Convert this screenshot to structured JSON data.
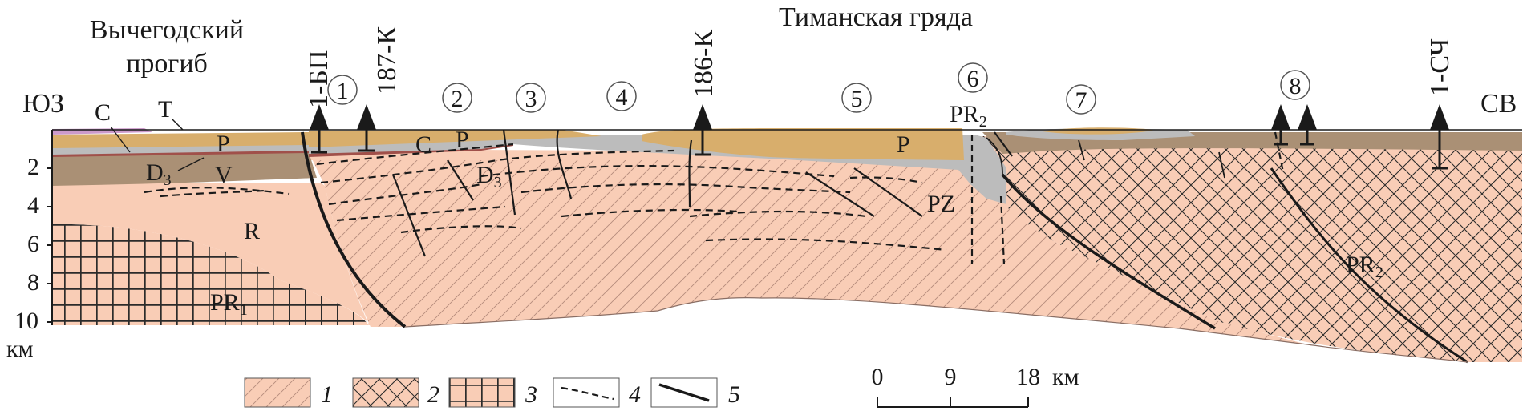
{
  "title": "Тиманская гряда",
  "trough_label": [
    "Вычегодский",
    "прогиб"
  ],
  "direction_left": "ЮЗ",
  "direction_right": "СВ",
  "wells": [
    "1-БП",
    "187-К",
    "186-К",
    "1-СЧ"
  ],
  "zone_numbers": [
    "1",
    "2",
    "3",
    "4",
    "5",
    "6",
    "7",
    "8"
  ],
  "depth_ticks": [
    "2",
    "4",
    "6",
    "8",
    "10"
  ],
  "depth_unit": "км",
  "layer_labels": {
    "C_left": "C",
    "T": "T",
    "P_left": "P",
    "D3_left": "D",
    "D3_left_sub": "3",
    "V": "V",
    "R": "R",
    "PR1": "PR",
    "PR1_sub": "1",
    "C_mid": "C",
    "P_mid": "P",
    "D3_mid": "D",
    "D3_mid_sub": "3",
    "P_right": "P",
    "PR2_top": "PR",
    "PR2_top_sub": "2",
    "PZ": "PZ",
    "PR2_right": "PR",
    "PR2_right_sub": "2"
  },
  "scale": {
    "ticks": [
      "0",
      "9",
      "18"
    ],
    "unit": "км"
  },
  "legend": [
    "1",
    "2",
    "3",
    "4",
    "5"
  ],
  "colors": {
    "salmon": "#f9cdb6",
    "ochre": "#d8ae6c",
    "brown": "#aa9075",
    "gray": "#bcbcbc",
    "lilac": "#cc9acb",
    "redbrown": "#a0504a"
  }
}
